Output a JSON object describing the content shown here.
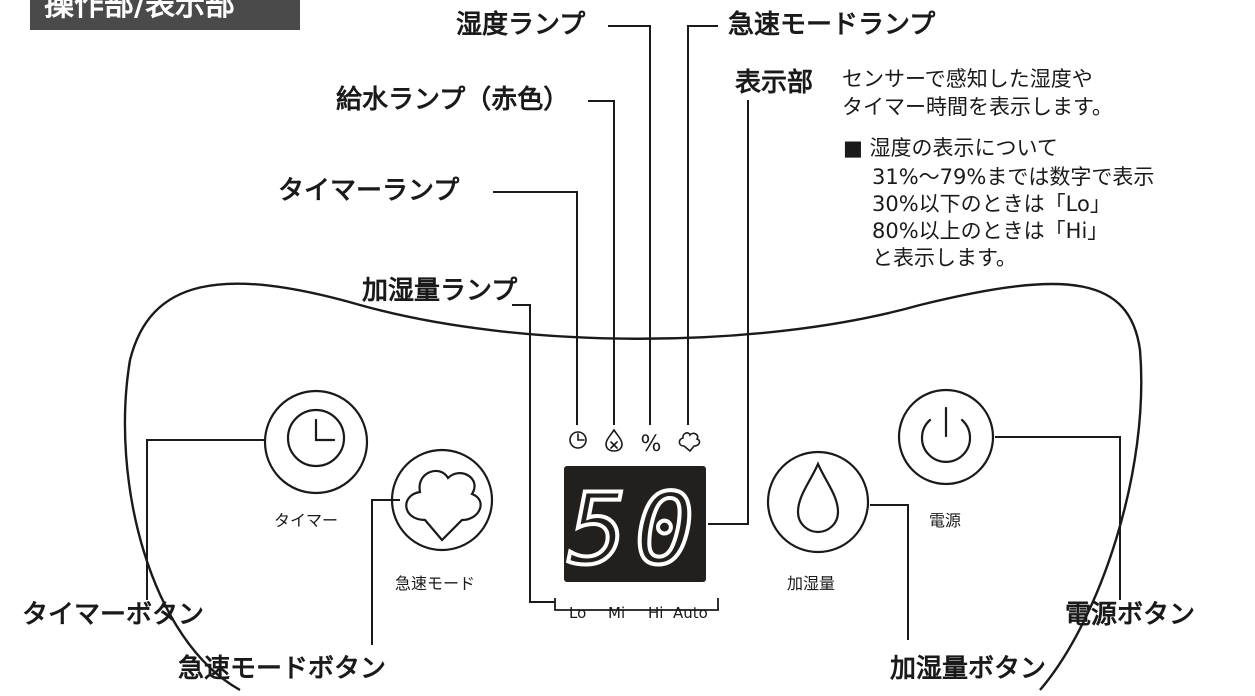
{
  "header": {
    "title": "操作部/表示部"
  },
  "callouts": {
    "humidity_lamp": "湿度ランプ",
    "quick_mode_lamp": "急速モードランプ",
    "water_lamp": "給水ランプ（赤色）",
    "timer_lamp": "タイマーランプ",
    "volume_lamp": "加湿量ランプ",
    "display": "表示部",
    "timer_button": "タイマーボタン",
    "quick_mode_button": "急速モードボタン",
    "volume_button": "加湿量ボタン",
    "power_button": "電源ボタン"
  },
  "display_desc": {
    "line1": "センサーで感知した湿度や",
    "line2": "タイマー時間を表示します。",
    "subheading": "■ 湿度の表示について",
    "note1": "31%〜79%までは数字で表示",
    "note2": "30%以下のときは「Lo」",
    "note3": "80%以上のときは「Hi」",
    "note4": "と表示します。"
  },
  "panel": {
    "display_value": "50",
    "humidity_symbol": "%",
    "levels": [
      "Lo",
      "Mi",
      "Hi",
      "Auto"
    ],
    "timer_label": "タイマー",
    "quick_label": "急速モード",
    "volume_label": "加湿量",
    "power_label": "電源"
  },
  "icons": {
    "timer": "clock-icon",
    "water": "water-drop-x-icon",
    "quick": "cloud-arrow-icon",
    "volume": "water-drop-icon",
    "power": "power-icon"
  },
  "colors": {
    "ink": "#1a1a1a",
    "display_bg": "#231f1c",
    "header_bg": "#4a4a4a"
  }
}
